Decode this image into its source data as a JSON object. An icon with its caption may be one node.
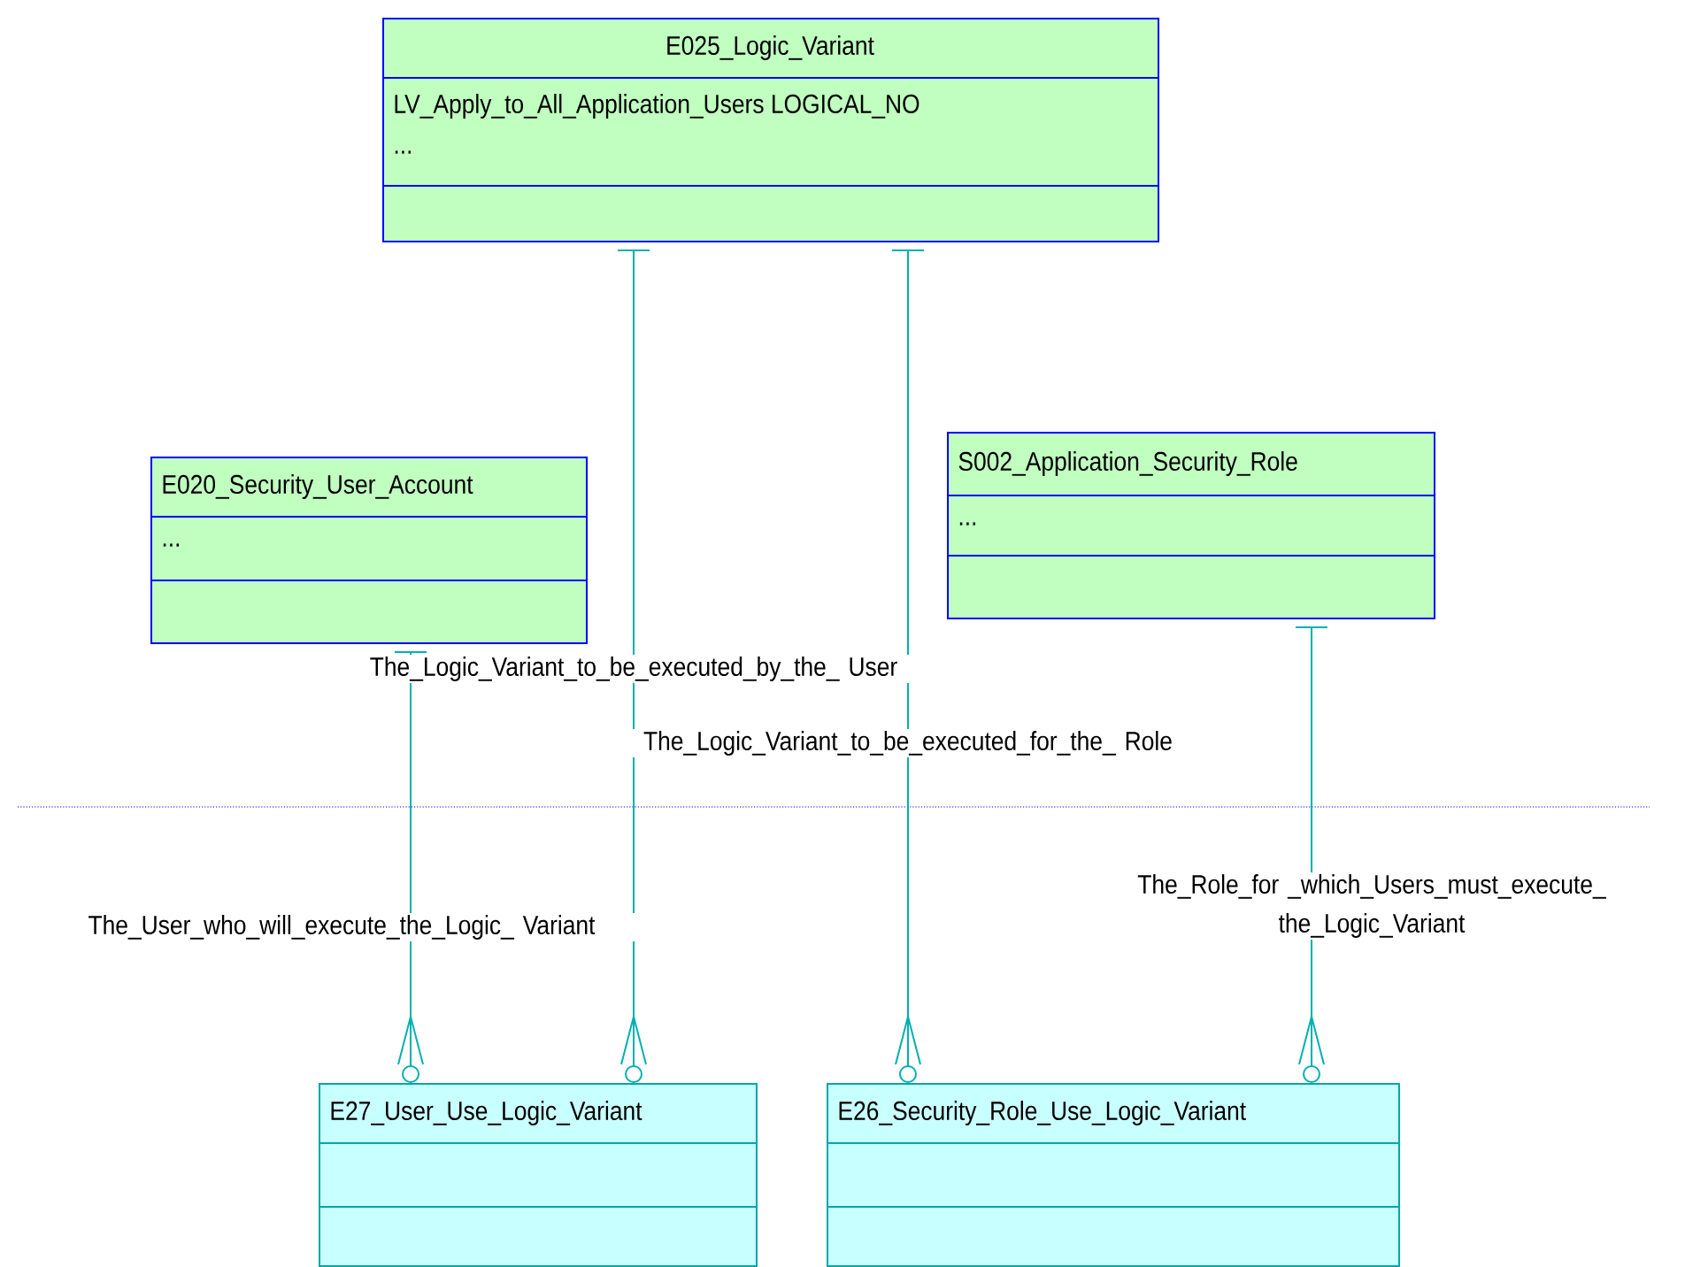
{
  "diagram": {
    "nodes": [
      {
        "text": [
          "E025_Logic_Variant",
          "LV_Apply_to_All_Application_Users LOGICAL_NO",
          "..."
        ]
      },
      {
        "text": [
          "E020_Security_User_Account",
          "..."
        ]
      },
      {
        "text": [
          "S002_Application_Security_Role",
          "..."
        ]
      },
      {
        "text": [
          "E27_User_Use_Logic_Variant"
        ]
      },
      {
        "text": [
          "E26_Security_Role_Use_Logic_Variant"
        ]
      }
    ],
    "edges": [
      {
        "from": 1,
        "to": 3,
        "arrow": "other",
        "label": "The_User_who_will_execute_the_Logic_ Variant"
      },
      {
        "from": 0,
        "to": 3,
        "arrow": "other",
        "label": "The_Logic_Variant_to_be_executed_by_the_ User"
      },
      {
        "from": 0,
        "to": 4,
        "arrow": "other",
        "label": "The_Logic_Variant_to_be_executed_for_the_ Role"
      },
      {
        "from": 2,
        "to": 4,
        "arrow": "other",
        "label": "The_Role_for _which_Users_must_execute_ the_Logic_Variant"
      }
    ]
  }
}
